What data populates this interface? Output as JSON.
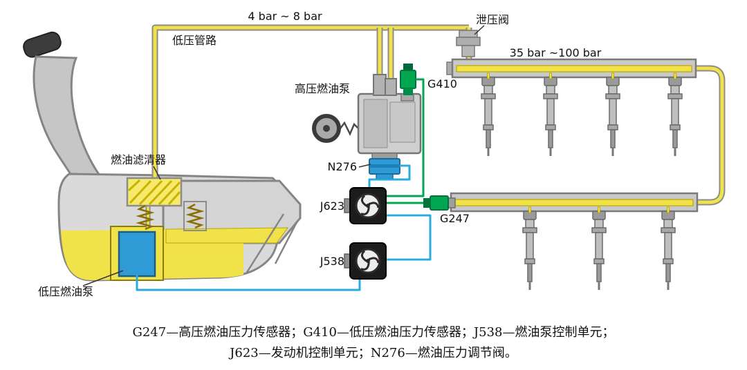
{
  "diagram": {
    "labels": {
      "pressure_low_range": "4 bar ~ 8 bar",
      "low_pressure_line": "低压管路",
      "relief_valve": "泄压阀",
      "pressure_high_range": "35 bar ~100 bar",
      "high_pressure_pump": "高压燃油泵",
      "sensor_g410": "G410",
      "valve_n276": "N276",
      "ecu_j623": "J623",
      "sensor_g247": "G247",
      "ecu_j538": "J538",
      "fuel_filter": "燃油滤清器",
      "low_pressure_pump": "低压燃油泵"
    },
    "caption": {
      "line1": "G247—高压燃油压力传感器；G410—低压燃油压力传感器；J538—燃油泵控制单元；",
      "line2": "J623—发动机控制单元；N276—燃油压力调节阀。"
    },
    "colors": {
      "fuel_yellow": "#F2E24A",
      "wire_blue": "#29ABE2",
      "sensor_green": "#00A650",
      "pump_blue": "#2E9BD6",
      "ecu_black": "#1C1C1C"
    }
  }
}
